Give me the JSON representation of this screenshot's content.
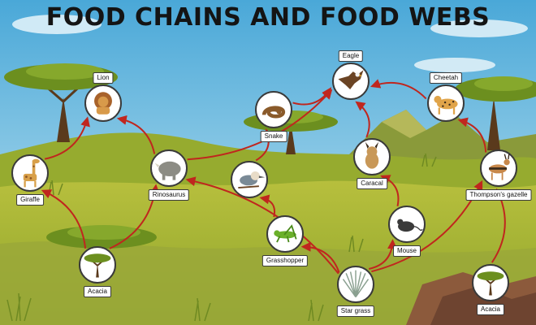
{
  "title": "FOOD CHAINS AND FOOD WEBS",
  "organisms": {
    "eagle": {
      "label": "Eagle",
      "icon": "eagle-icon"
    },
    "lion": {
      "label": "Lion",
      "icon": "lion-icon"
    },
    "cheetah": {
      "label": "Cheetah",
      "icon": "cheetah-icon"
    },
    "snake": {
      "label": "Snake",
      "icon": "snake-icon"
    },
    "rinosaurus": {
      "label": "Rinosaurus",
      "icon": "rhinoceros-icon"
    },
    "giraffe": {
      "label": "Giraffe",
      "icon": "giraffe-icon"
    },
    "caracal": {
      "label": "Caracal",
      "icon": "caracal-icon"
    },
    "thompsons_gazelle": {
      "label": "Thompson's gazelle",
      "icon": "gazelle-icon"
    },
    "kingfisher": {
      "label": "",
      "icon": "bird-icon"
    },
    "grasshopper": {
      "label": "Grasshopper",
      "icon": "grasshopper-icon"
    },
    "mouse": {
      "label": "Mouse",
      "icon": "mouse-icon"
    },
    "acacia_left": {
      "label": "Acacia",
      "icon": "acacia-tree-icon"
    },
    "star_grass": {
      "label": "Star grass",
      "icon": "star-grass-icon"
    },
    "acacia_right": {
      "label": "Acacia",
      "icon": "acacia-tree-icon"
    }
  },
  "links": [
    {
      "from": "acacia_left",
      "to": "giraffe"
    },
    {
      "from": "giraffe",
      "to": "lion"
    },
    {
      "from": "acacia_left",
      "to": "rinosaurus"
    },
    {
      "from": "rinosaurus",
      "to": "lion"
    },
    {
      "from": "rinosaurus",
      "to": "eagle"
    },
    {
      "from": "star_grass",
      "to": "rinosaurus"
    },
    {
      "from": "star_grass",
      "to": "grasshopper"
    },
    {
      "from": "star_grass",
      "to": "mouse"
    },
    {
      "from": "star_grass",
      "to": "thompsons_gazelle"
    },
    {
      "from": "grasshopper",
      "to": "kingfisher"
    },
    {
      "from": "kingfisher",
      "to": "snake"
    },
    {
      "from": "snake",
      "to": "eagle"
    },
    {
      "from": "mouse",
      "to": "caracal"
    },
    {
      "from": "caracal",
      "to": "eagle"
    },
    {
      "from": "cheetah",
      "to": "eagle"
    },
    {
      "from": "thompsons_gazelle",
      "to": "cheetah"
    },
    {
      "from": "acacia_right",
      "to": "thompsons_gazelle"
    }
  ],
  "colors": {
    "arrow": "#c0261e",
    "sky_top": "#4aa8d8",
    "sky_bottom": "#bfe4f2",
    "grass": "#a8b536",
    "hill": "#7f9a2a",
    "tree_canopy": "#6c8f1f",
    "trunk": "#5a3a1c"
  }
}
